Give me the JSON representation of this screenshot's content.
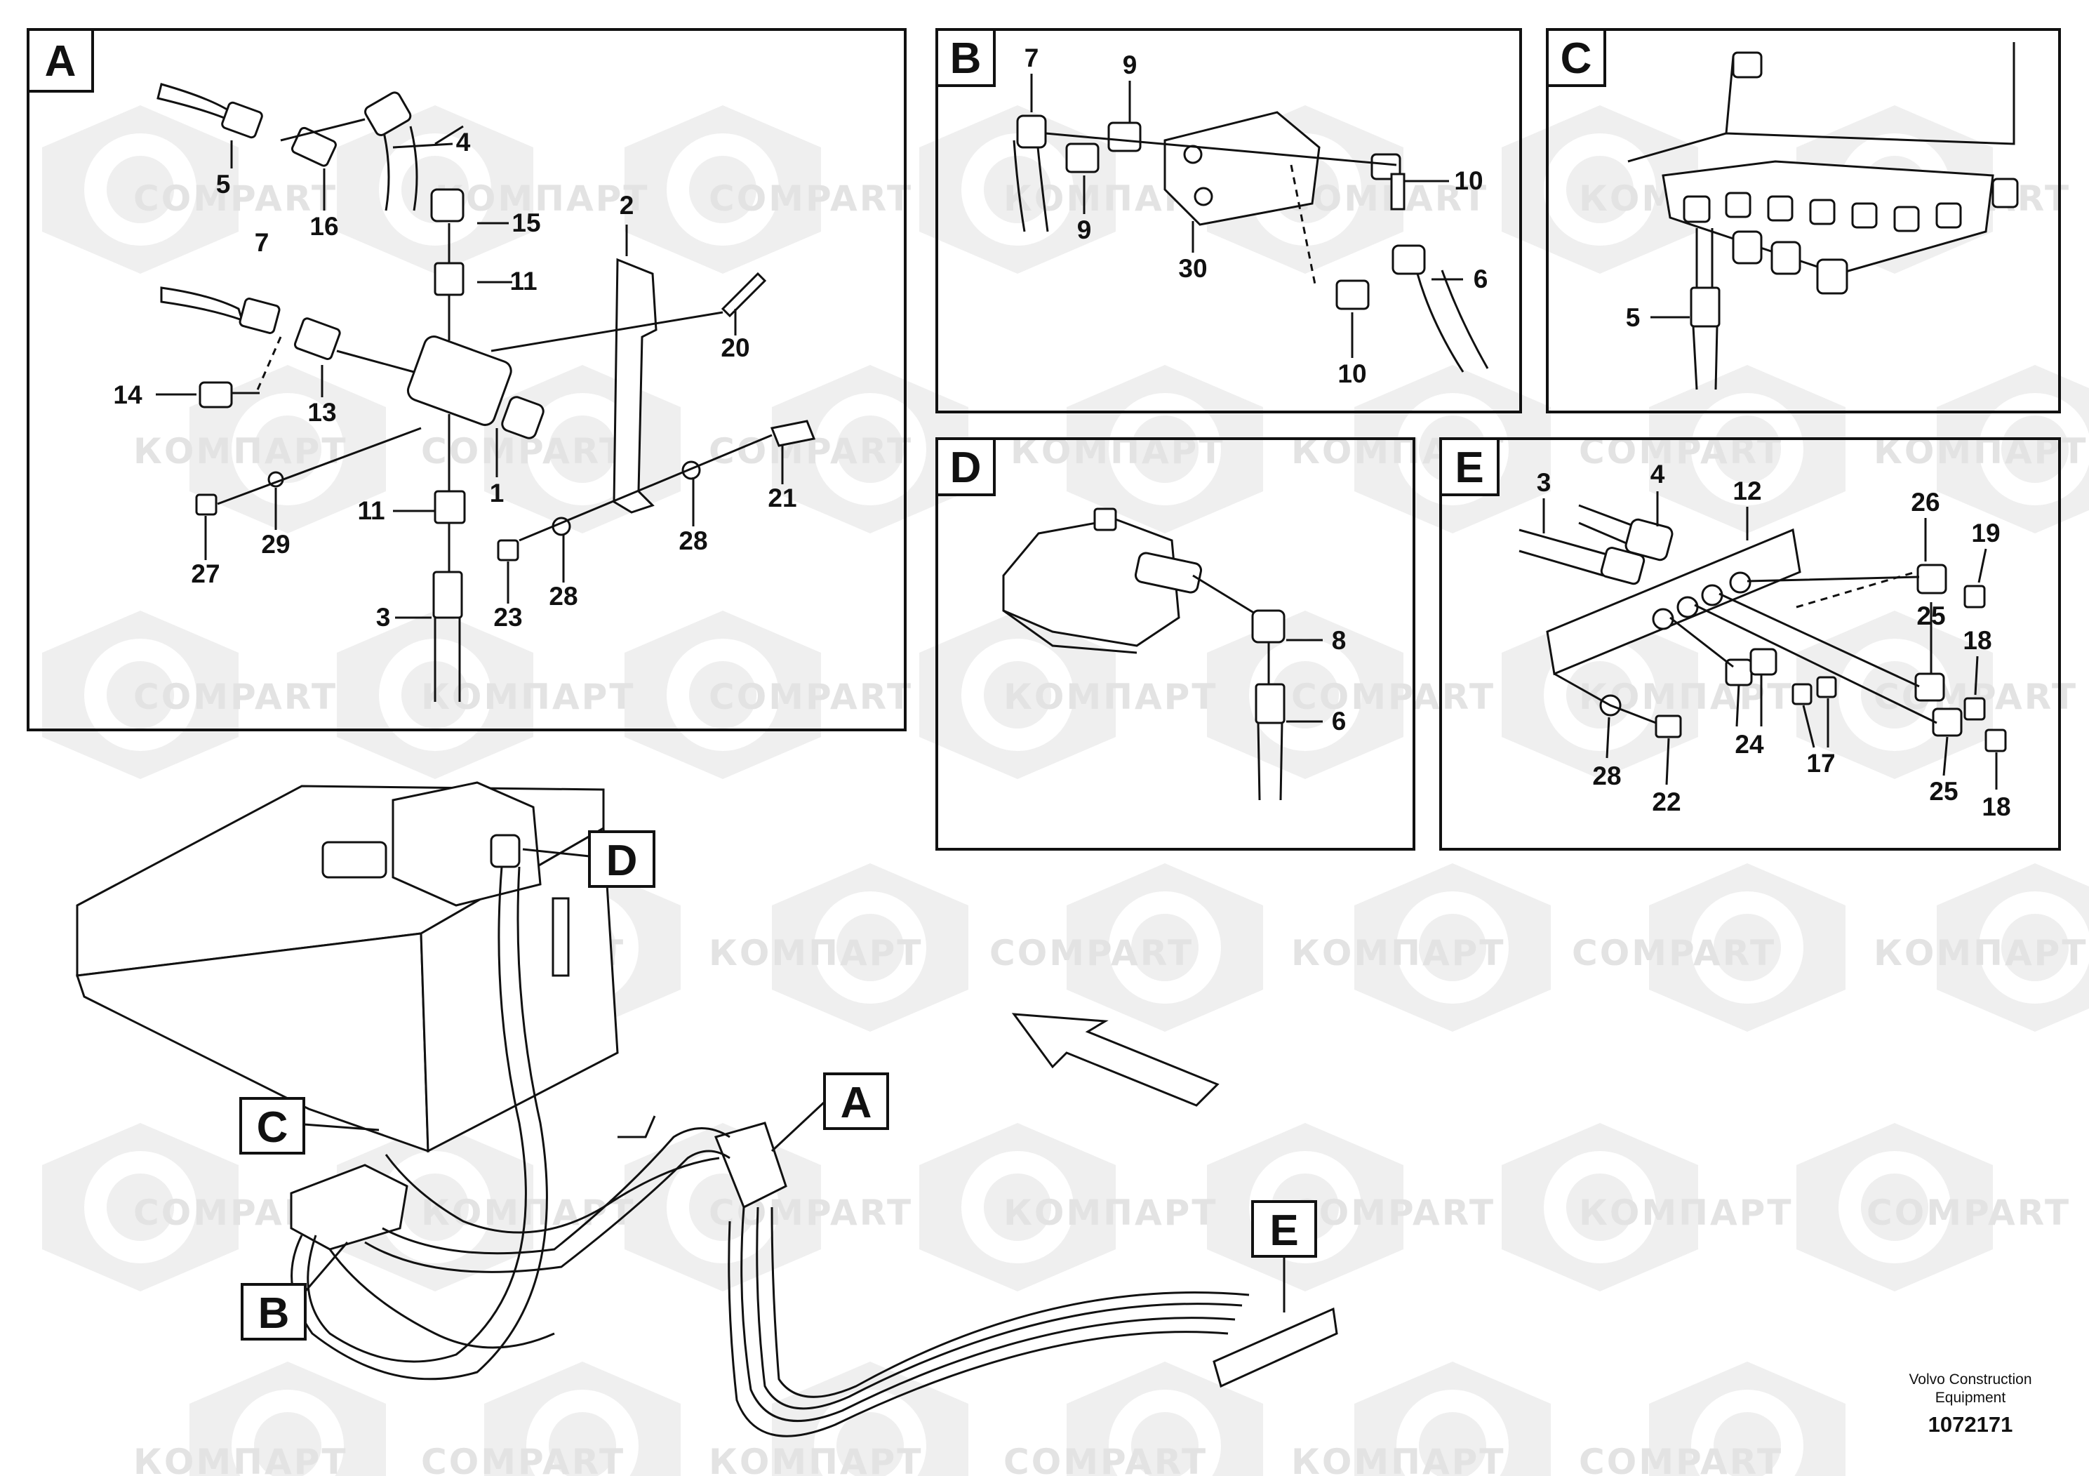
{
  "watermark": {
    "text_latin": "COMPART",
    "text_cyr": "КОМПАРТ",
    "color": "#e3e3e3"
  },
  "panels": {
    "A": {
      "label": "A",
      "callouts": [
        "5",
        "16",
        "4",
        "15",
        "2",
        "7",
        "11",
        "20",
        "14",
        "13",
        "1",
        "11",
        "29",
        "27",
        "28",
        "21",
        "3",
        "23",
        "28"
      ]
    },
    "B": {
      "label": "B",
      "callouts": [
        "7",
        "9",
        "9",
        "10",
        "30",
        "6",
        "10"
      ]
    },
    "C": {
      "label": "C",
      "callouts": [
        "5"
      ]
    },
    "D": {
      "label": "D",
      "callouts": [
        "8",
        "6"
      ]
    },
    "E": {
      "label": "E",
      "callouts": [
        "3",
        "4",
        "12",
        "26",
        "19",
        "25",
        "18",
        "28",
        "22",
        "24",
        "17",
        "25",
        "18"
      ]
    }
  },
  "overview_labels": {
    "A": "A",
    "B": "B",
    "C": "C",
    "D": "D",
    "E": "E"
  },
  "footer": {
    "company_line1": "Volvo Construction",
    "company_line2": "Equipment",
    "drawing_number": "1072171"
  }
}
